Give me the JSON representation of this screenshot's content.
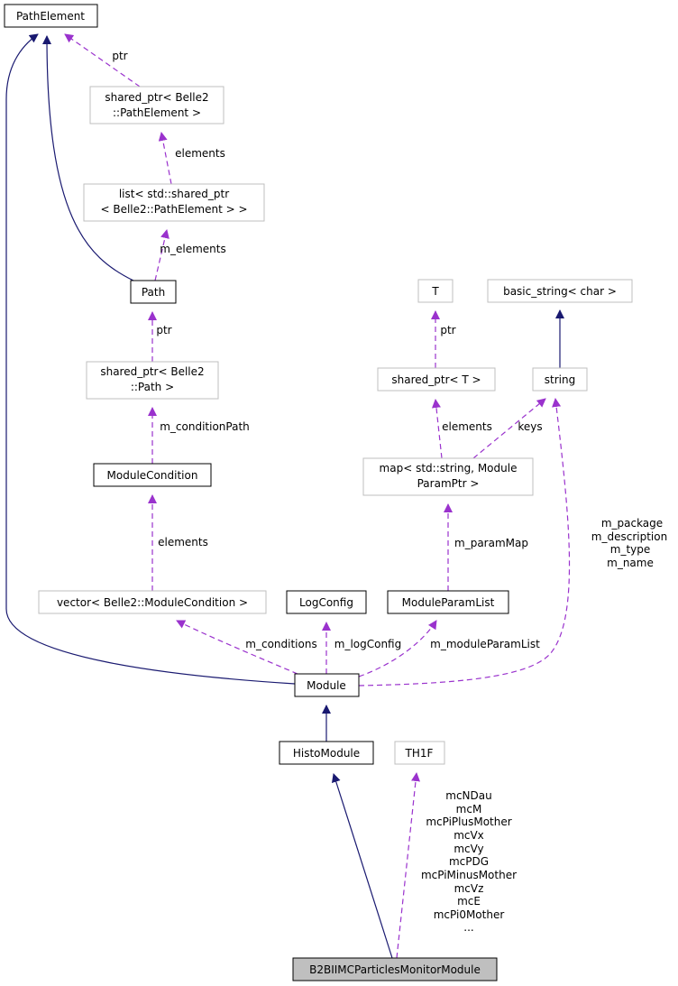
{
  "colors": {
    "inheritance": "#191970",
    "usage": "#9a32cd",
    "current_node_fill": "#bfbfbf",
    "external_border": "#bfbfbf"
  },
  "nodes": {
    "path_element": [
      "PathElement"
    ],
    "shared_ptr_path_element": [
      "shared_ptr< Belle2",
      "::PathElement >"
    ],
    "list_shared_ptr": [
      "list< std::shared_ptr",
      "< Belle2::PathElement > >"
    ],
    "path": [
      "Path"
    ],
    "shared_ptr_path": [
      "shared_ptr< Belle2",
      "::Path >"
    ],
    "module_condition": [
      "ModuleCondition"
    ],
    "vector_module_condition": [
      "vector< Belle2::ModuleCondition >"
    ],
    "log_config": [
      "LogConfig"
    ],
    "module_param_list": [
      "ModuleParamList"
    ],
    "module": [
      "Module"
    ],
    "histo_module": [
      "HistoModule"
    ],
    "th1f": [
      "TH1F"
    ],
    "b2bii_module": [
      "B2BIIMCParticlesMonitorModule"
    ],
    "t": [
      "T"
    ],
    "basic_string": [
      "basic_string< char >"
    ],
    "string": [
      "string"
    ],
    "shared_ptr_t": [
      "shared_ptr< T >"
    ],
    "map_param": [
      "map< std::string, Module",
      "ParamPtr >"
    ]
  },
  "edge_labels": {
    "ptr_pe": [
      "ptr"
    ],
    "elements_list": [
      "elements"
    ],
    "m_elements": [
      "m_elements"
    ],
    "ptr_path": [
      "ptr"
    ],
    "m_condition_path": [
      "m_conditionPath"
    ],
    "elements_vector": [
      "elements"
    ],
    "m_conditions": [
      "m_conditions"
    ],
    "m_log_config": [
      "m_logConfig"
    ],
    "m_module_param_list": [
      "m_moduleParamList"
    ],
    "module_strings": [
      "m_package",
      "m_description",
      "m_type",
      "m_name"
    ],
    "m_param_map": [
      "m_paramMap"
    ],
    "elements_map": [
      "elements"
    ],
    "keys": [
      "keys"
    ],
    "ptr_t": [
      "ptr"
    ],
    "histos": [
      "mcNDau",
      "mcM",
      "mcPiPlusMother",
      "mcVx",
      "mcVy",
      "mcPDG",
      "mcPiMinusMother",
      "mcVz",
      "mcE",
      "mcPi0Mother",
      "..."
    ]
  }
}
